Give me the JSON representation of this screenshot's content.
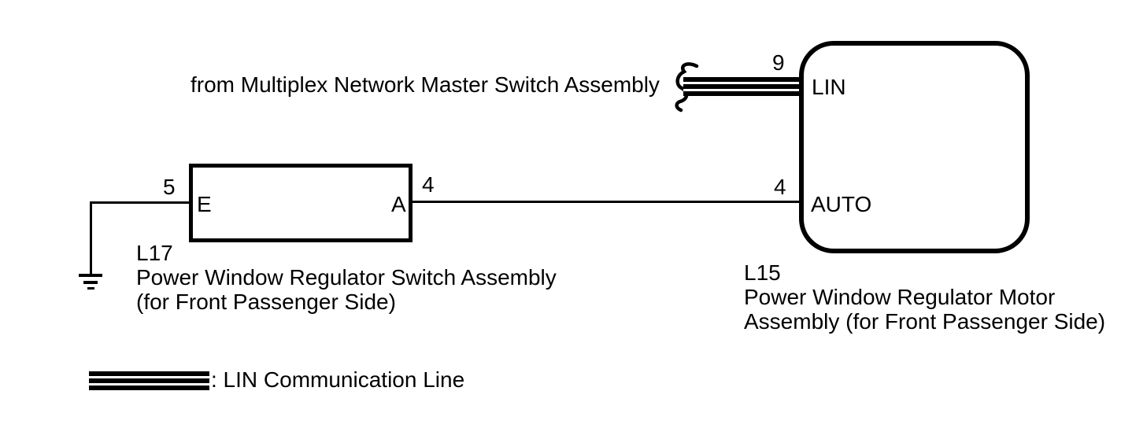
{
  "page": {
    "background_color": "#ffffff",
    "line_color": "#000000"
  },
  "annotation": {
    "from_label": "from Multiplex Network Master Switch Assembly"
  },
  "switch_assembly": {
    "code": "L17",
    "name_line1": "Power Window Regulator Switch Assembly",
    "name_line2": "(for Front Passenger Side)",
    "pin_e": {
      "number": "5",
      "label": "E"
    },
    "pin_a": {
      "number": "4",
      "label": "A"
    }
  },
  "motor_assembly": {
    "code": "L15",
    "name_line1": "Power Window Regulator Motor",
    "name_line2": "Assembly (for Front Passenger Side)",
    "pin_lin": {
      "number": "9",
      "label": "LIN"
    },
    "pin_auto": {
      "number": "4",
      "label": "AUTO"
    }
  },
  "legend": {
    "lin_label": ": LIN Communication Line"
  }
}
